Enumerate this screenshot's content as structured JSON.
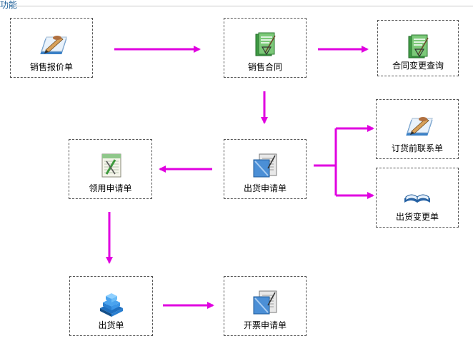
{
  "header": {
    "title": "功能"
  },
  "colors": {
    "arrow": "#e000e0",
    "border": "#555555",
    "title": "#1d5f97"
  },
  "nodes": {
    "sales_quote": {
      "label": "销售报价单",
      "icon": "pen-document-icon"
    },
    "sales_contract": {
      "label": "销售合同",
      "icon": "contract-icon"
    },
    "contract_change_query": {
      "label": "合同变更查询",
      "icon": "contract-icon"
    },
    "pre_order_contact": {
      "label": "订货前联系单",
      "icon": "pen-document-icon"
    },
    "requisition": {
      "label": "领用申请单",
      "icon": "ledger-icon"
    },
    "shipment_request": {
      "label": "出货申请单",
      "icon": "form-icon"
    },
    "shipment_change": {
      "label": "出货变更单",
      "icon": "open-book-icon"
    },
    "shipment": {
      "label": "出货单",
      "icon": "boxes-icon"
    },
    "invoice_request": {
      "label": "开票申请单",
      "icon": "form-icon"
    }
  }
}
